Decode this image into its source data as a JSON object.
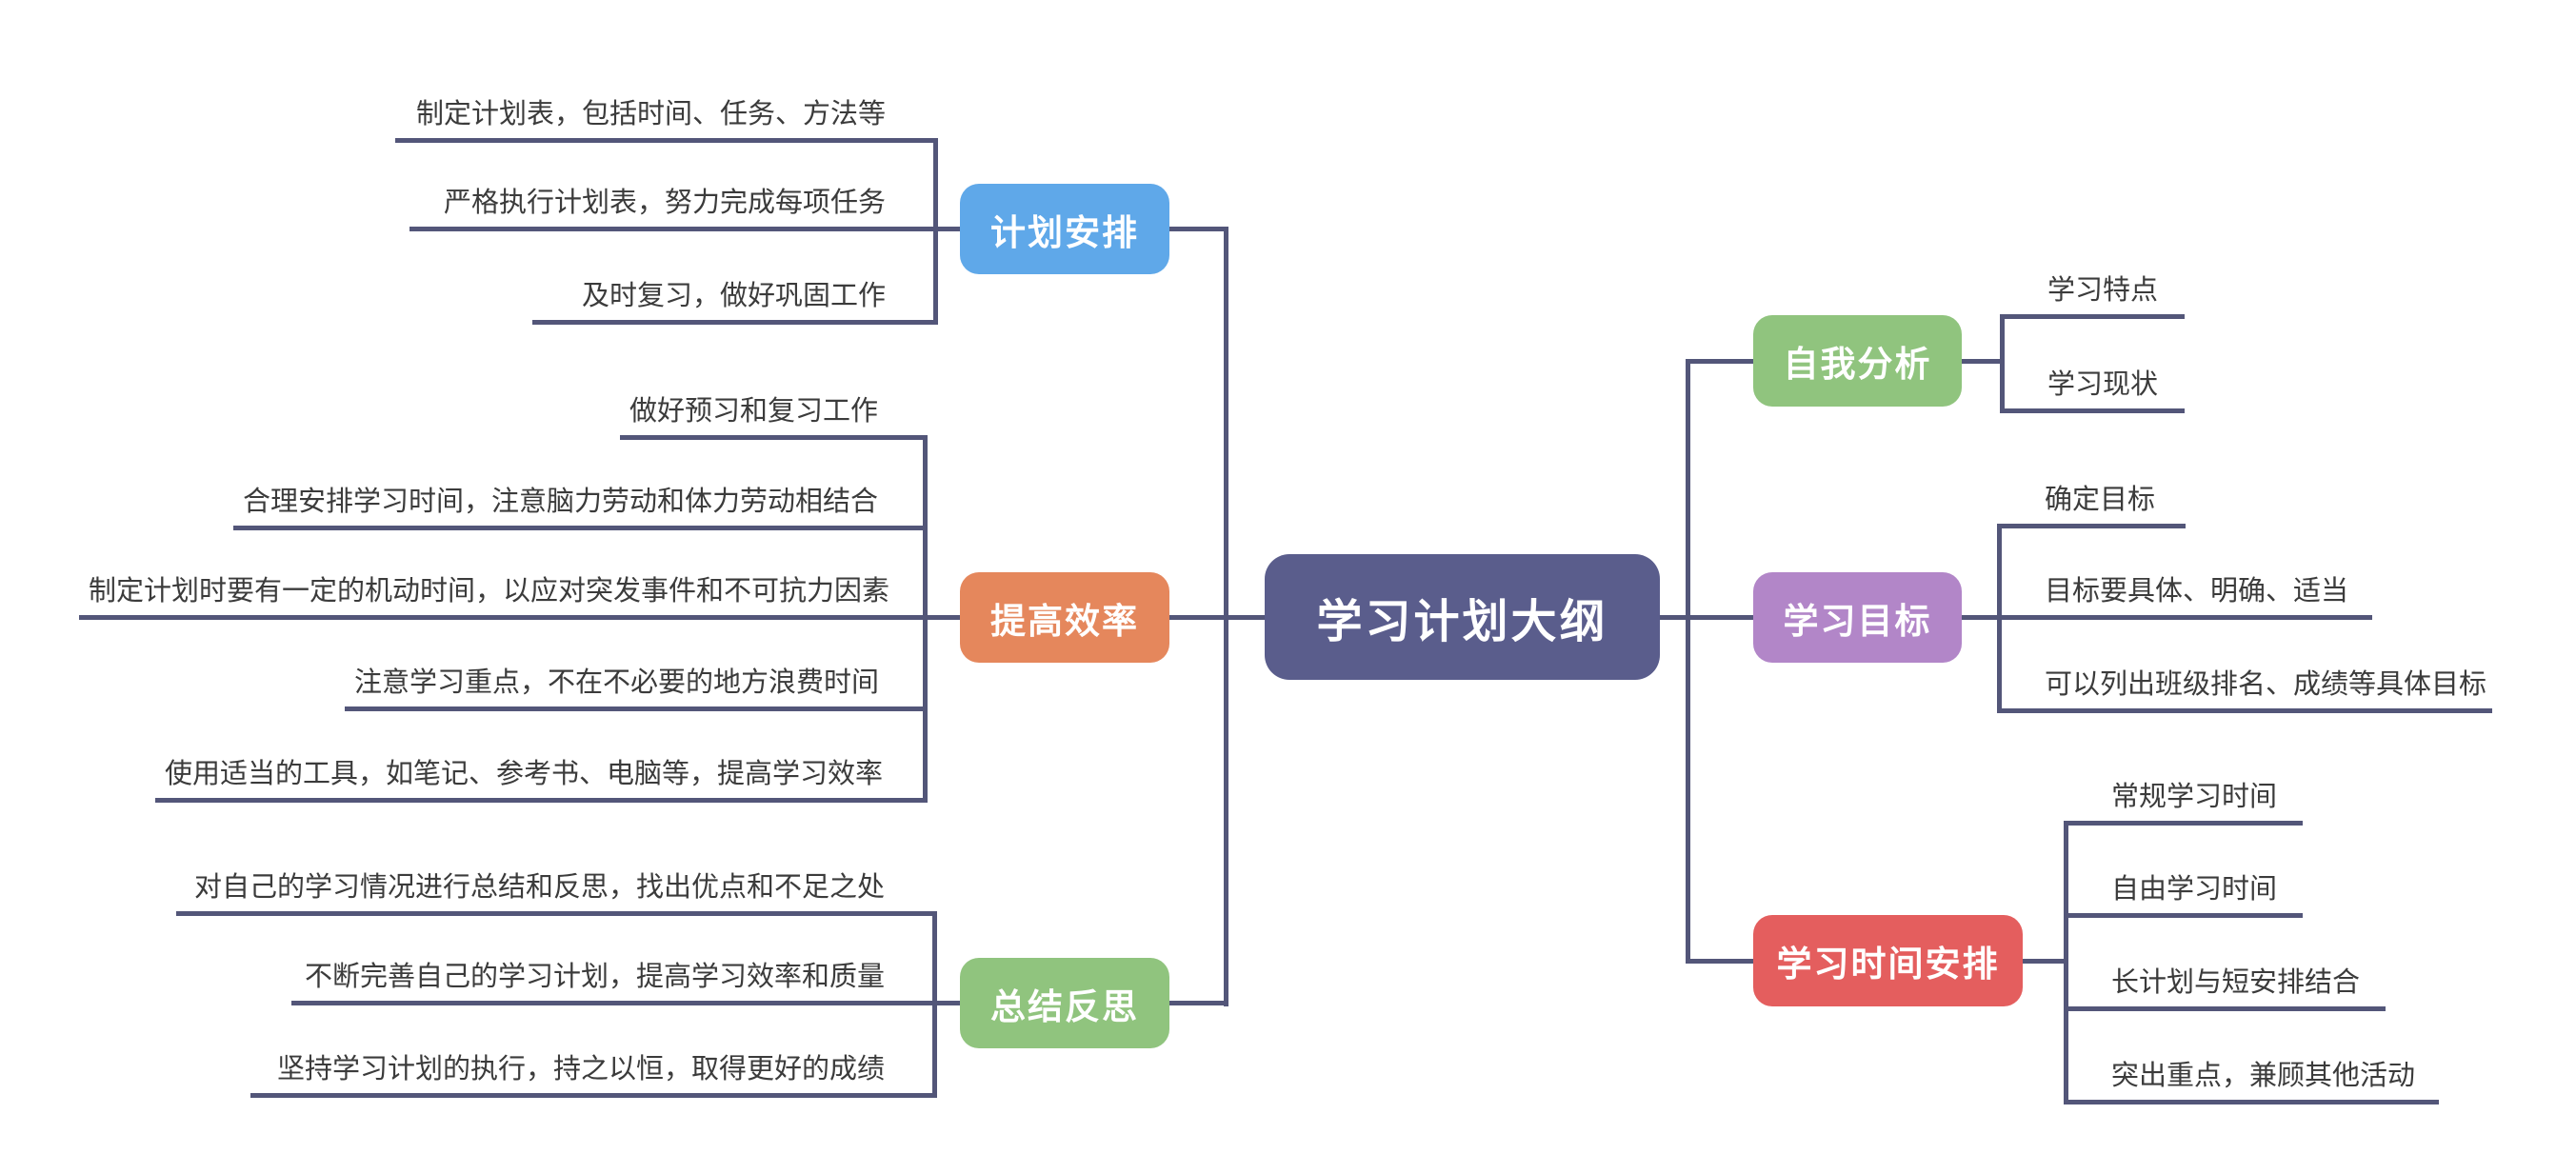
{
  "canvas": {
    "background": "#ffffff",
    "line_color": "#535679",
    "child_text_color": "#3b3b3b"
  },
  "root": {
    "label": "学习计划大纲",
    "color": "#5a5d8c",
    "text_color": "#ffffff"
  },
  "left_branches": [
    {
      "label": "计划安排",
      "color": "#5fa8e9",
      "children": [
        "制定计划表，包括时间、任务、方法等",
        "严格执行计划表，努力完成每项任务",
        "及时复习，做好巩固工作"
      ]
    },
    {
      "label": "提高效率",
      "color": "#e5875c",
      "children": [
        "做好预习和复习工作",
        "合理安排学习时间，注意脑力劳动和体力劳动相结合",
        "制定计划时要有一定的机动时间，以应对突发事件和不可抗力因素",
        "注意学习重点，不在不必要的地方浪费时间",
        "使用适当的工具，如笔记、参考书、电脑等，提高学习效率"
      ]
    },
    {
      "label": "总结反思",
      "color": "#90c47e",
      "children": [
        "对自己的学习情况进行总结和反思，找出优点和不足之处",
        "不断完善自己的学习计划，提高学习效率和质量",
        "坚持学习计划的执行，持之以恒，取得更好的成绩"
      ]
    }
  ],
  "right_branches": [
    {
      "label": "自我分析",
      "color": "#90c47e",
      "children": [
        "学习特点",
        "学习现状"
      ]
    },
    {
      "label": "学习目标",
      "color": "#b286c8",
      "children": [
        "确定目标",
        "目标要具体、明确、适当",
        "可以列出班级排名、成绩等具体目标"
      ]
    },
    {
      "label": "学习时间安排",
      "color": "#e45e5e",
      "children": [
        "常规学习时间",
        "自由学习时间",
        "长计划与短安排结合",
        "突出重点，兼顾其他活动"
      ]
    }
  ]
}
